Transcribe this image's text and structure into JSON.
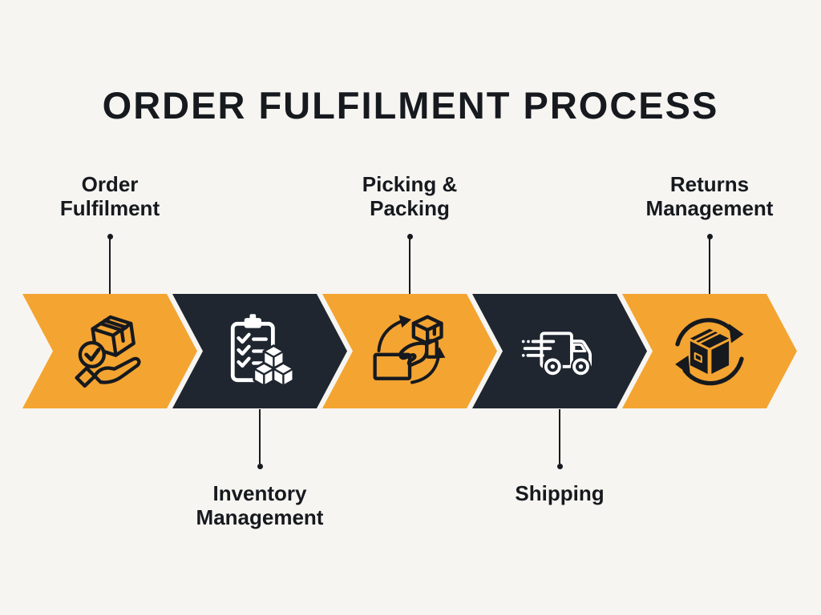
{
  "title": "ORDER FULFILMENT PROCESS",
  "colors": {
    "background": "#F7F5F1",
    "orange": "#F4A431",
    "dark": "#1F2630",
    "text": "#16191E",
    "icon_white": "#FFFFFF"
  },
  "steps": [
    {
      "label": "Order\nFulfilment",
      "icon": "hand-holding-box-check-icon",
      "color": "orange",
      "label_position": "above"
    },
    {
      "label": "Inventory\nManagement",
      "icon": "clipboard-checklist-cubes-icon",
      "color": "dark",
      "label_position": "below"
    },
    {
      "label": "Picking &\nPacking",
      "icon": "hand-picking-box-arrows-icon",
      "color": "orange",
      "label_position": "above"
    },
    {
      "label": "Shipping",
      "icon": "delivery-truck-icon",
      "color": "dark",
      "label_position": "below"
    },
    {
      "label": "Returns\nManagement",
      "icon": "box-circular-arrows-icon",
      "color": "orange",
      "label_position": "above"
    }
  ]
}
